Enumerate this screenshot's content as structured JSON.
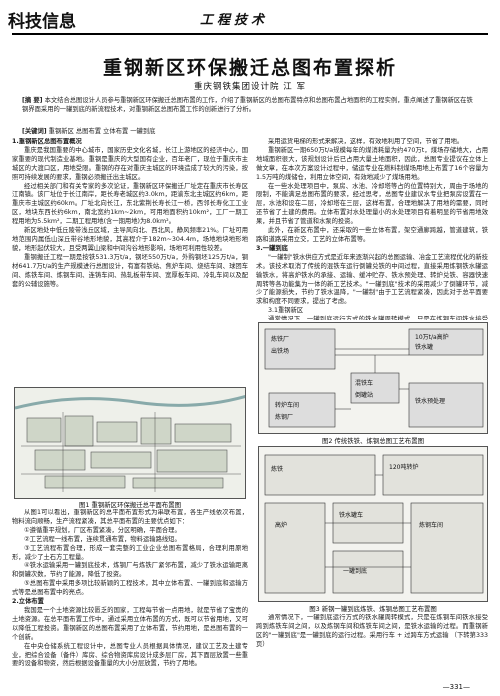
{
  "header": {
    "journal": "科技信息",
    "section": "工程技术"
  },
  "title": "重钢新区环保搬迁总图布置探析",
  "authors": "重庆钢铁集团设计院 江 军",
  "abstract": {
    "label": "[摘 要]",
    "text": "本文结合总图设计人员参与重钢新区环保搬迁总图布置的工作，介绍了重钢新区的总图布置特点和总图布置占地面积的工程实例，重点阐述了重钢新区在铁钢界面采用的一罐到底的新流程技术，对重钢新区总图布置工作的创新进行了分析。"
  },
  "keywords": {
    "label": "[关键词]",
    "text": "重钢新区 总图布置 立体布置 一罐到底"
  },
  "left_column": [
    {
      "type": "section",
      "text": "1.重钢新区总图布置概况"
    },
    {
      "type": "para",
      "text": "重庆是我国重要的中心城市，国家历史文化名城，长江上游地区的经济中心，国家重要的现代制造业基地。重钢是重庆的大型国有企业，百年老厂，现位于重庆市主城区的大渡口区，用地受限。重钢的存在对重庆主城区的环境造成了较大的污染，按照可持续发展的要求，重钢必须搬迁出主城区。"
    },
    {
      "type": "para",
      "text": "经过相关部门和有关专家的多次论证，重钢新区环保搬迁厂址定在重庆市长寿区江南镇。该厂址位于长江南岸，距长寿老城区约3.0km，距渝东北主城区约6km，距重庆市主城区约60km。厂址北向长江，东北紫荆长寿长江一桥，西邻长寿化工工业区，地块东西长约6km，南北宽约1km~2km，可用地面积约10km²，工厂一期工程用地为5.5km²，二期工程用地(含一期用地)为8.0km²。"
    },
    {
      "type": "para",
      "text": "新区地处中低丘陵带浅丘区域，主导风向北、西北风，静风频率21%。厂址可用地范围内属低山深丘带谷地形地貌，其高程介于182m~304.4m，场地地块地形地貌，地形起伏较大，且受两翼山梁和中间沟谷地形影响，场地可利用性较差。"
    },
    {
      "type": "para",
      "text": "重钢搬迁工程一期是按铁531.3万t/a，钢坯550万t/a，外购钢坯125万t/a，钢材641.7万t/a的生产规模进行总图设计，有富有铁站、焦炉车间、烧结车间、球团车间、炼铁车间、炼钢车间、连铸车间、热轧板带车间、宽厚板车间、冷轧车间以及配套的公辅设施等。"
    },
    {
      "type": "para",
      "text": "从图1可以看出，重钢新区的总平面布置形式为串联布置，各生产线依次布置，物料流向顺畅，生产流程紧凑，其总平面布置的主要优点如下："
    },
    {
      "type": "para",
      "text": "①遵循重平规划，厂区布置紧凑，分区明确，平面合理。"
    },
    {
      "type": "para",
      "text": "②工艺流程一线布置，连续贯通布置，物料运输路线短。"
    },
    {
      "type": "para",
      "text": "③工艺流程布置合理，形成一套完整的工业企业总图布置格局，合理利用原地形，减少了土石方工程量。"
    },
    {
      "type": "para",
      "text": "④铁水运输采用一罐到底技术，炼钢厂与炼铁厂紧邻布置，减少了铁水运输距离和倒罐次数，节约了能源，降低了投资。"
    },
    {
      "type": "para",
      "text": "⑤总图布置中采用多项比较新颖的工程技术，其中立体布置、一罐到底和运输方式等是总图布置中的亮点。"
    },
    {
      "type": "section",
      "text": "2.立体布置"
    },
    {
      "type": "para",
      "text": "我国是一个土地资源比较匮乏的国家，工程每节省一点用地，就是节省了宝贵的土地资源。在总平面布置工作中，通过采用立体布置的方式，既可以节省用地，又可以降低工程投资。重钢新区的总图布置采用了立体布置，节约用地，是总图布置的一个创新。"
    },
    {
      "type": "para",
      "text": "在中央仓储系统工程设计中，总图专业人员根据具体情况，建议工艺及土建专业，把综合设备（备件）库房、综合物资库房设计成多层厂房，其下面层放置一些重要的设备和物资，然后根据设备重量的大小分层放置，节约了用地。"
    }
  ],
  "right_column": [
    {
      "type": "para",
      "text": "采用运货电梯的形式来解决，这样，有效地利用了空间，节省了用地。"
    },
    {
      "type": "para",
      "text": "重钢新区一期650万t/a规模每年的煤消耗量为约470万t，煤场存储地大，占用地域面积很大，该规划设计后已占用大量土地面积，因此，总图专业提议在立体上做文章，在本次方案设计过程中，储运专业在燃料制煤场用地上布置了16个容量为1.5万吨的煤储仓，利用立体空间，有效地减少了煤场用地。"
    },
    {
      "type": "para",
      "text": "在一些水处理项目中，泵房、水池、冷却塔等占的位置特别大，周由于场地的限制，不能满足总图布置的要求，经过思考，总图专业建议水专业把泵房设置在一层，水池和设在二层，冷却塔在三层，这样布置，合理地解决了用地的需要，同时还节省了土建的费用。立体布置对水处理量小的水处理项目有着明显的节省用地效果，并且节省了管道和水泵的投资。"
    },
    {
      "type": "para",
      "text": "此外，在新区布置中，还采取的一些立体布置，架空通廊跨越，管道建筑，铁路和道路采用立交，工艺的立体布置等。"
    },
    {
      "type": "section",
      "text": "3.一罐到底"
    },
    {
      "type": "para",
      "text": "\"一罐制\"铁水供应方式是近年来逐渐兴起的总图运输、冶金工艺流程优化的新技术。该技术取消了传统的混铁车运行倒罐兑铁的中间过程，直接采用炼钢铁水罐运输铁水，将高炉铁水的承接、运输、缓冲贮存、铁水预处理、转炉兑铁、容器快速周转等各功能集为一体的新工艺技术。\"一罐到底\"技术的采用减少了倒罐环节，减少了能源损失，节约了铁水温降，\"一罐制\"由于工艺流程紧凑，因此对于总平面要求和构度不同要求，提出了考虑。"
    },
    {
      "type": "para",
      "text": "3.1重钢新区"
    },
    {
      "type": "para",
      "text": "通常情况下，一罐到底运行方式的铁水罐周转模式，只是在炼钢车间铁水接受跨到炼铁车间之间，以及炼钢车间和炼铁车间之间，是铁水运输的过程，其余路段上都是采用的铁水罐车运行，这就意味着运输途中的变化。"
    }
  ],
  "figures": {
    "fig1": {
      "caption": "图1 重钢新区环保搬迁总平面布置图"
    },
    "fig2": {
      "caption": "图2 传统铁铁、炼钢总图工艺布置图",
      "labels": [
        "炼铁厂",
        "出铁场",
        "10万t/a高炉",
        "铁水罐",
        "混铁车",
        "倒罐站",
        "转炉车间",
        "炼钢厂",
        "铁水预处理"
      ]
    },
    "fig3": {
      "caption": "图3 新钢一罐到底炼铁、炼钢总图工艺布置图",
      "labels": [
        "120吨转炉",
        "铁水罐车",
        "高炉",
        "炼钢车间",
        "炼铁",
        "一罐到底"
      ]
    }
  },
  "fig_text_below_fig3": "通常情况下，一罐到底运行方式的铁水罐周转模式，只是在炼钢车间铁水接受跨到炼铁车间之间，以及炼钢车间和炼铁车间之间，是铁水运输的过程。而重钢新区的\"一罐到底\"是一罐到底的运行过程。采用行车 + 过跨车方式运输 （下转第333页）",
  "page_number": "—331—"
}
